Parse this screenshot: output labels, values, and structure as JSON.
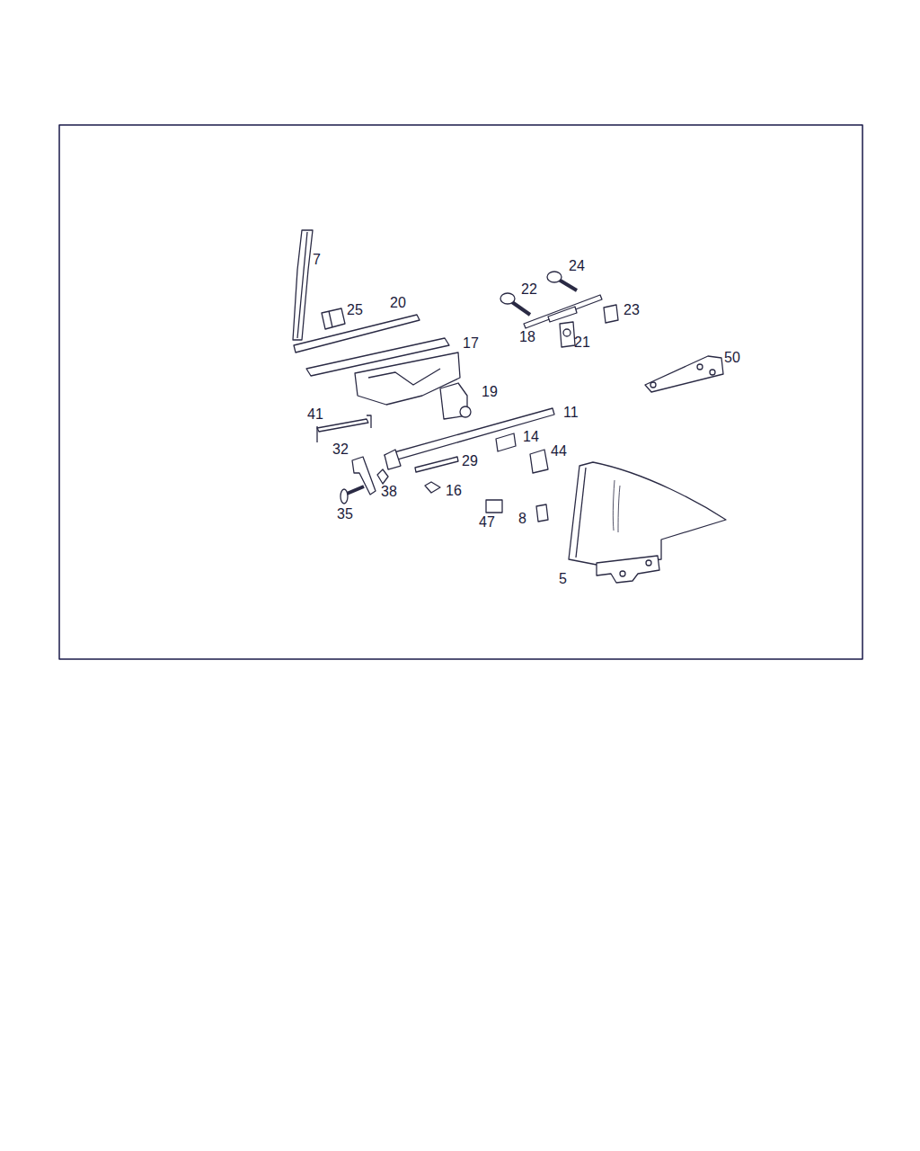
{
  "diagram": {
    "labels": [
      "7",
      "25",
      "20",
      "17",
      "22",
      "24",
      "23",
      "18",
      "21",
      "50",
      "19",
      "41",
      "11",
      "32",
      "14",
      "44",
      "29",
      "38",
      "16",
      "35",
      "47",
      "8",
      "5"
    ]
  }
}
